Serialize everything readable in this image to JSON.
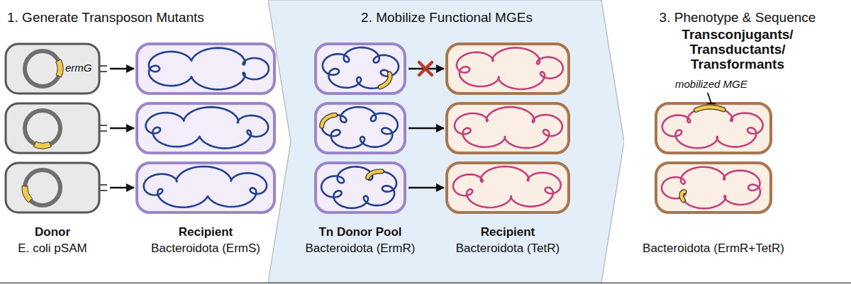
{
  "diagram": {
    "nodes": [
      {
        "text": [
          "1. Generate Transposon Mutants"
        ]
      },
      {
        "text": [
          "2. Mobilize Functional MGEs"
        ]
      },
      {
        "text": [
          "3. Phenotype & Sequence",
          "Transconjugants/ Transductants/ Transformants"
        ]
      }
    ],
    "labels": [
      "ermG",
      "mobilized MGE",
      "Donor",
      "E. coli pSAM",
      "Recipient",
      "Bacteroidota (ErmS)",
      "Tn Donor Pool",
      "Bacteroidota (ErmR)",
      "Recipient",
      "Bacteroidota (TetR)",
      "Bacteroidota (ErmR+TetR)"
    ]
  }
}
